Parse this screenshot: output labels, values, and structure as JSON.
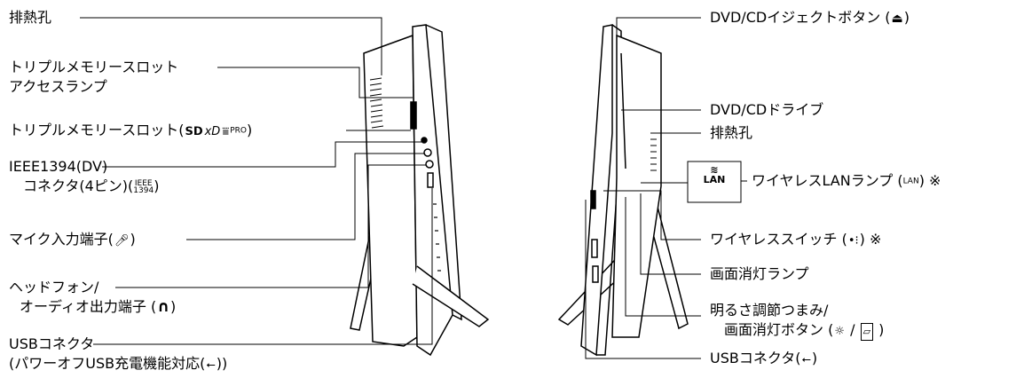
{
  "left": {
    "exhaust": "排熱孔",
    "triple_lamp_line1": "トリプルメモリースロット",
    "triple_lamp_line2": "アクセスランプ",
    "triple_slot": "トリプルメモリースロット(",
    "triple_slot_end": ")",
    "triple_slot_pro": "PRO",
    "ieee_line1": "IEEE1394(DV)",
    "ieee_line2": "コネクタ(4ピン)(",
    "ieee_logo_top": "IEEE",
    "ieee_logo_bottom": "1394",
    "ieee_line2_end": ")",
    "mic": "マイク入力端子(",
    "mic_end": ")",
    "headphone_line1": "ヘッドフォン/",
    "headphone_line2": "オーディオ出力端子 (",
    "headphone_end": ")",
    "usb_line1": "USBコネクタ",
    "usb_line2": "(パワーオフUSB充電機能対応(",
    "usb_line2_end": "))"
  },
  "right": {
    "eject": "DVD/CDイジェクトボタン (",
    "eject_end": ")",
    "drive": "DVD/CDドライブ",
    "exhaust": "排熱孔",
    "lan_badge": "LAN",
    "wlan_lamp": "ワイヤレスLANランプ (",
    "wlan_lamp_end": ") ※",
    "wireless_switch": "ワイヤレススイッチ (",
    "wireless_switch_end": ") ※",
    "screen_lamp": "画面消灯ランプ",
    "brightness_line1": "明るさ調節つまみ/",
    "brightness_line2": "画面消灯ボタン (",
    "brightness_sep": " / ",
    "brightness_end": " )",
    "usb": "USBコネクタ(",
    "usb_end": ")"
  },
  "icons": {
    "sd": "sd-card-icon",
    "xd": "xd-picture-card-icon",
    "memory_stick": "memory-stick-icon",
    "microphone": "microphone-icon",
    "headphone": "headphone-icon",
    "usb": "usb-icon",
    "eject": "eject-icon",
    "wireless": "wireless-icon",
    "sun": "sun-icon",
    "screen_off": "screen-off-icon"
  }
}
